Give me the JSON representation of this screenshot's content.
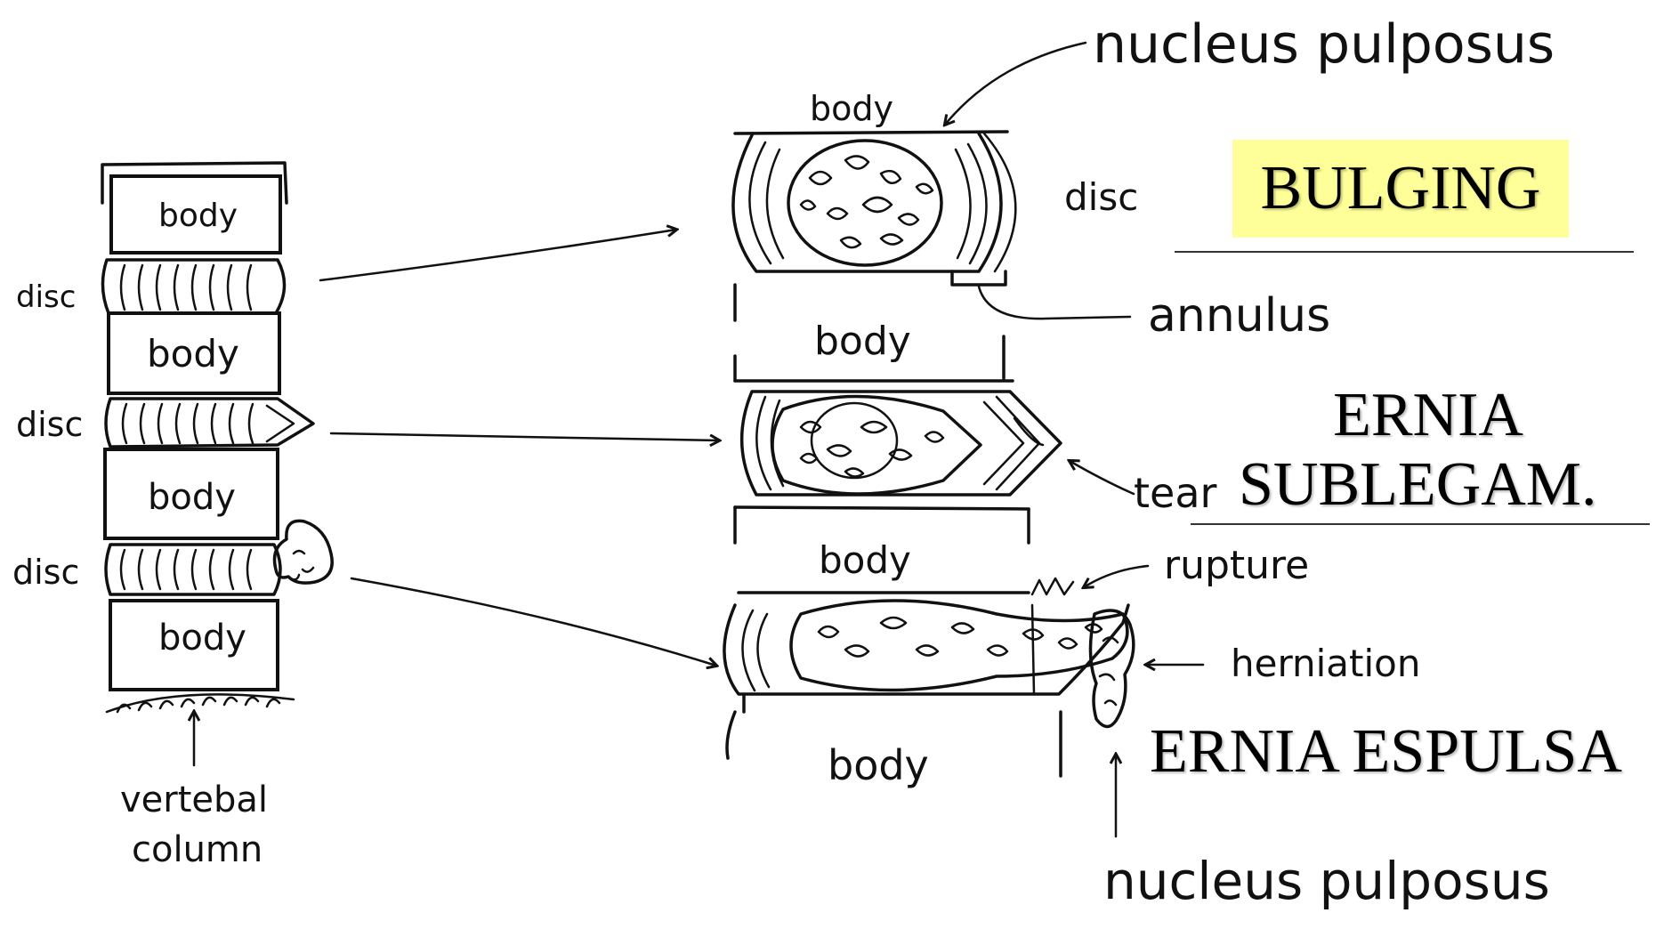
{
  "diagram": {
    "colors": {
      "ink": "#111111",
      "highlight": "#ffff99"
    },
    "left_column": {
      "labels": {
        "body_1": "body",
        "disc_1": "disc",
        "body_2": "body",
        "disc_2": "disc",
        "body_3": "body",
        "disc_3": "disc",
        "body_4": "body",
        "caption_line1": "vertebal",
        "caption_line2": "column"
      }
    },
    "right_detail": {
      "labels": {
        "top_body": "body",
        "disc": "disc",
        "nucleus_top": "nucleus pulposus",
        "annulus": "annulus",
        "middle_body": "body",
        "tear": "tear",
        "lower_body": "body",
        "rupture": "rupture",
        "herniation": "herniation",
        "bottom_body": "body",
        "nucleus_bottom": "nucleus pulposus"
      }
    },
    "stage_labels": {
      "bulging": "BULGING",
      "ernia_line1": "ERNIA",
      "ernia_line2": "SUBLEGAM.",
      "ernia_espulsa": "ERNIA ESPULSA"
    }
  }
}
